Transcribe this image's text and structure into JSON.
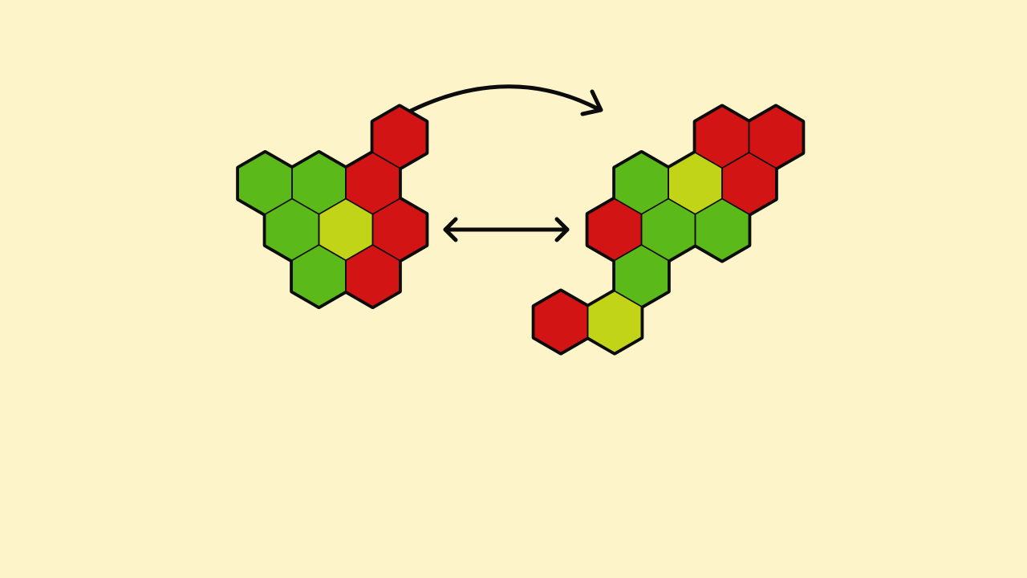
{
  "colors": {
    "background": "#FDF4C9",
    "red": "#D31414",
    "green": "#5BB91A",
    "yellow": "#C1D418",
    "outline": "#0C0C0C"
  },
  "pieces": [
    {
      "name": "left-piece",
      "cells": [
        {
          "col": 3,
          "row": 0,
          "color": "red"
        },
        {
          "col": 1,
          "row": 1,
          "color": "green"
        },
        {
          "col": 2,
          "row": 1,
          "color": "green"
        },
        {
          "col": 3,
          "row": 1,
          "color": "red"
        },
        {
          "col": 2,
          "row": 2,
          "color": "green"
        },
        {
          "col": 3,
          "row": 2,
          "color": "yellow"
        },
        {
          "col": 4,
          "row": 2,
          "color": "red"
        },
        {
          "col": 3,
          "row": 3,
          "color": "green"
        },
        {
          "col": 4,
          "row": 3,
          "color": "red"
        }
      ]
    },
    {
      "name": "right-piece",
      "cells": [
        {
          "col": 9,
          "row": 0,
          "color": "red"
        },
        {
          "col": 10,
          "row": 0,
          "color": "red"
        },
        {
          "col": 8,
          "row": 1,
          "color": "green"
        },
        {
          "col": 9,
          "row": 1,
          "color": "yellow"
        },
        {
          "col": 10,
          "row": 1,
          "color": "red"
        },
        {
          "col": 8,
          "row": 2,
          "color": "red"
        },
        {
          "col": 9,
          "row": 2,
          "color": "green"
        },
        {
          "col": 10,
          "row": 2,
          "color": "green"
        },
        {
          "col": 9,
          "row": 3,
          "color": "green"
        },
        {
          "col": 8,
          "row": 4,
          "color": "red"
        },
        {
          "col": 9,
          "row": 4,
          "color": "yellow"
        }
      ]
    }
  ],
  "arrows": [
    {
      "name": "curved-rotate-arrow-icon",
      "kind": "curved"
    },
    {
      "name": "swap-double-arrow-icon",
      "kind": "double"
    }
  ]
}
